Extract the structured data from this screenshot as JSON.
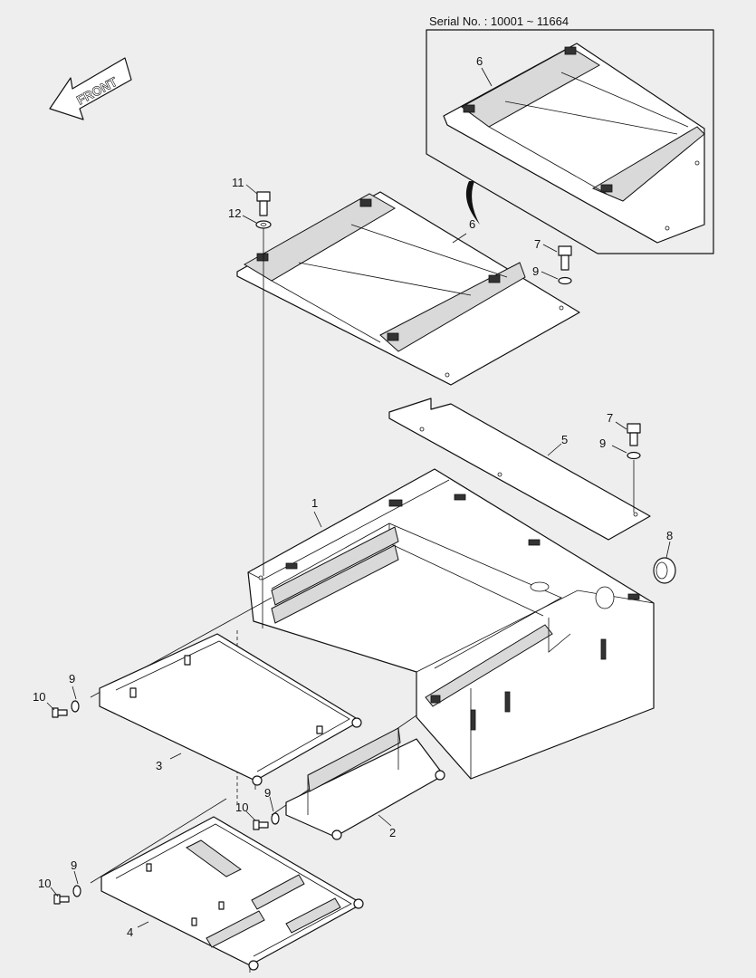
{
  "serial_note": "Serial No. : 10001 ~ 11664",
  "front_label": "FRONT",
  "callouts": [
    "1",
    "2",
    "3",
    "4",
    "5",
    "6",
    "6",
    "7",
    "7",
    "8",
    "9",
    "9",
    "9",
    "9",
    "9",
    "10",
    "10",
    "10",
    "11",
    "12"
  ]
}
